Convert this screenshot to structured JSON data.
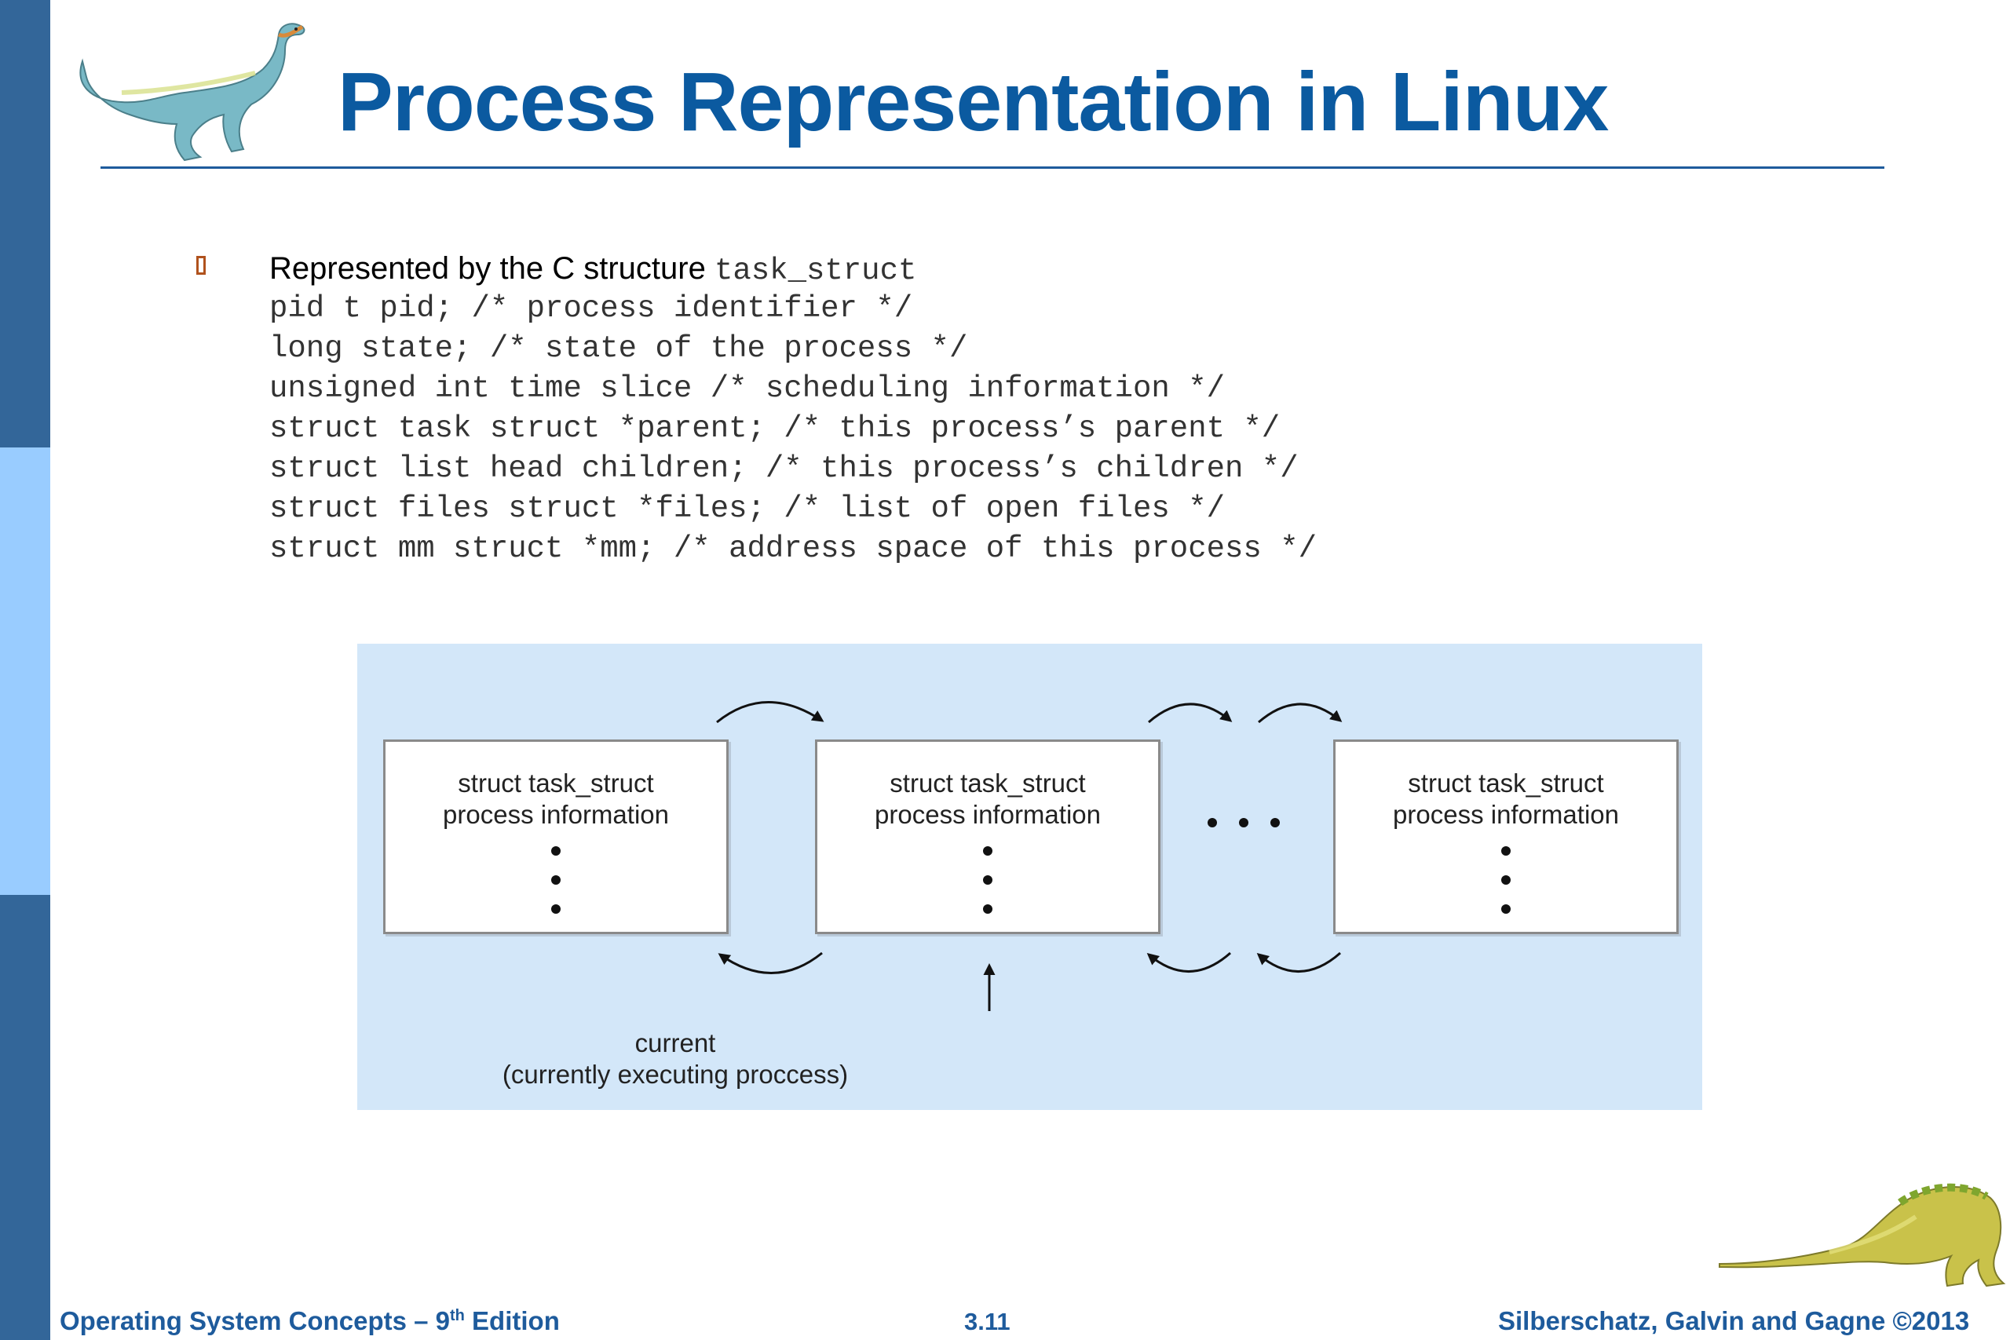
{
  "slide": {
    "title": "Process Representation in Linux"
  },
  "body": {
    "intro_text": "Represented by the C structure ",
    "intro_code": "task_struct",
    "code_lines": [
      "pid t pid; /* process identifier */",
      "long state; /* state of the process */",
      "unsigned int time slice /* scheduling information */",
      "struct task struct *parent; /* this process’s parent */",
      "struct list head children; /* this process’s children */",
      "struct files struct *files; /* list of open files */",
      "struct mm struct *mm; /* address space of this process */"
    ]
  },
  "diagram": {
    "boxes": [
      {
        "line1": "struct task_struct",
        "line2": "process information"
      },
      {
        "line1": "struct task_struct",
        "line2": "process information"
      },
      {
        "line1": "struct task_struct",
        "line2": "process information"
      }
    ],
    "current_label": "current",
    "current_desc": "(currently executing proccess)"
  },
  "footer": {
    "left": "Operating System Concepts – 9",
    "left_sup": "th",
    "left_suffix": " Edition",
    "center": "3.11",
    "right": "Silberschatz, Galvin and Gagne ©2013"
  },
  "colors": {
    "title": "#0b5aa0",
    "sidebar_dark": "#336699",
    "sidebar_light": "#99ccff",
    "diagram_bg": "#d3e7f9",
    "footer": "#1e5b9c"
  }
}
